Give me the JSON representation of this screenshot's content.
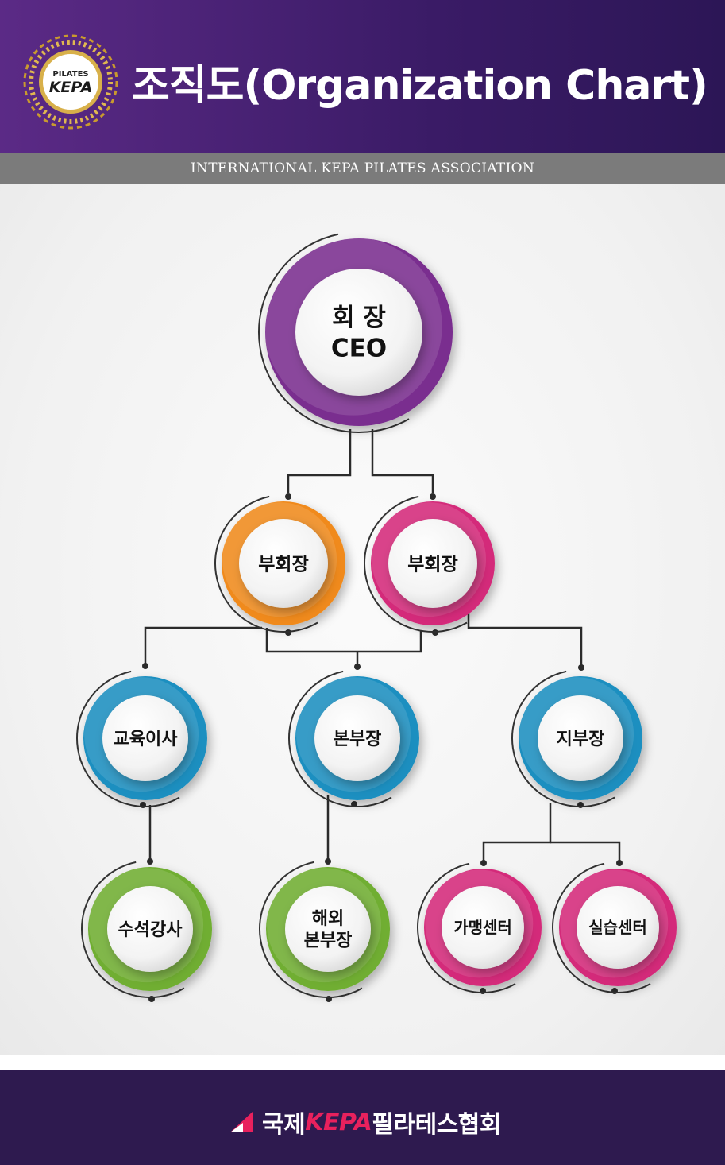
{
  "header": {
    "title": "조직도(Organization Chart)",
    "subtitle": "INTERNATIONAL KEPA PILATES ASSOCIATION",
    "logo": {
      "top_text": "PILATES",
      "main_text": "KEPA",
      "icon": "laurel-wreath-icon"
    }
  },
  "colors": {
    "header_bg": "#3f1d6e",
    "footer_bg": "#2e1a4f",
    "purple": "#7a2f8f",
    "orange": "#f08a1c",
    "magenta": "#d42a7a",
    "blue": "#1b8fc0",
    "green": "#6fae32",
    "brand_red": "#e8215d"
  },
  "nodes": [
    {
      "id": "ceo",
      "lines": [
        "회 장",
        "CEO"
      ],
      "color": "purple"
    },
    {
      "id": "vp1",
      "lines": [
        "부회장"
      ],
      "color": "orange"
    },
    {
      "id": "vp2",
      "lines": [
        "부회장"
      ],
      "color": "magenta"
    },
    {
      "id": "edu",
      "lines": [
        "교육이사"
      ],
      "color": "blue"
    },
    {
      "id": "hq",
      "lines": [
        "본부장"
      ],
      "color": "blue"
    },
    {
      "id": "branch",
      "lines": [
        "지부장"
      ],
      "color": "blue"
    },
    {
      "id": "instructor",
      "lines": [
        "수석강사"
      ],
      "color": "green"
    },
    {
      "id": "overseas",
      "lines": [
        "해외",
        "본부장"
      ],
      "color": "green"
    },
    {
      "id": "franchise",
      "lines": [
        "가맹센터"
      ],
      "color": "magenta"
    },
    {
      "id": "practice",
      "lines": [
        "실습센터"
      ],
      "color": "magenta"
    }
  ],
  "footer": {
    "brand_prefix": "국제",
    "brand_kepa": "KEPA",
    "brand_suffix": "필라테스협회",
    "icon": "brand-mark-icon"
  }
}
